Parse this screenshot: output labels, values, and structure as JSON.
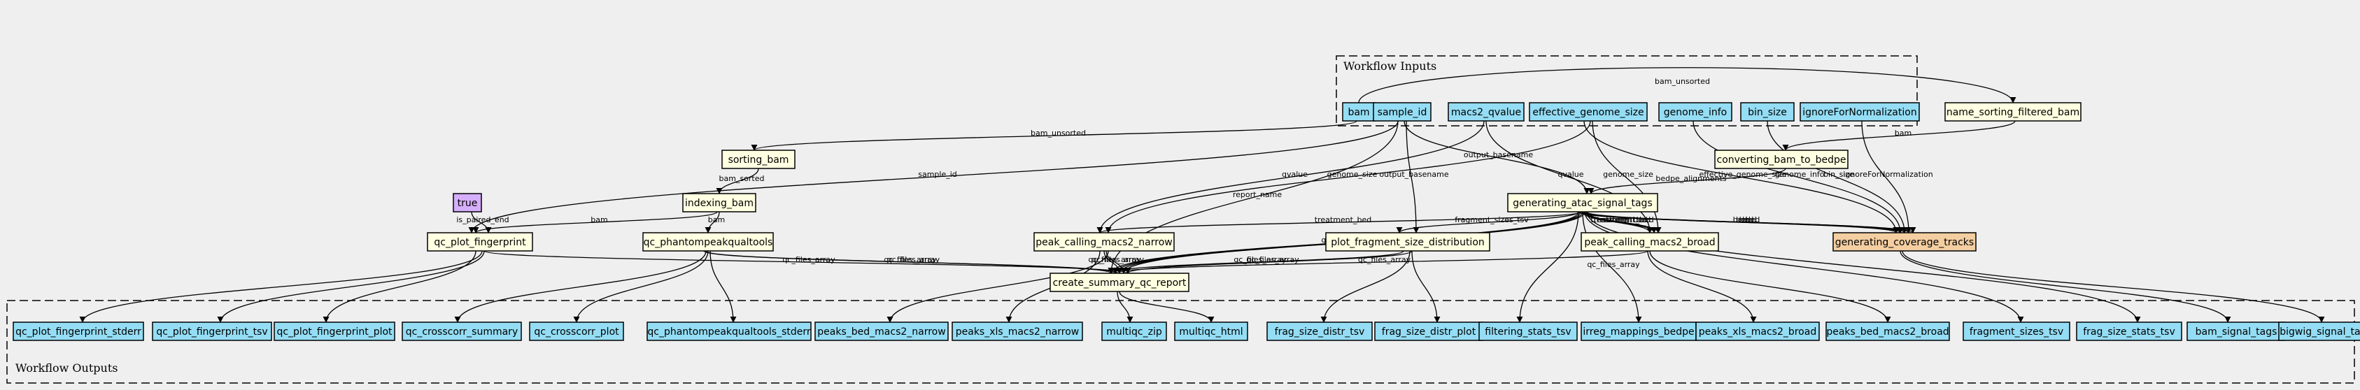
{
  "colors": {
    "background": "#efefef",
    "input": "#94ddf4",
    "output": "#94ddf4",
    "step": "#ffffe1",
    "highlight": "#f3cea1",
    "constant": "#d5aefc",
    "edge": "#000000"
  },
  "clusters": {
    "inputs": "Workflow Inputs",
    "outputs": "Workflow Outputs"
  },
  "inputs": [
    {
      "id": "bam",
      "label": "bam"
    },
    {
      "id": "sample_id",
      "label": "sample_id"
    },
    {
      "id": "macs2_qvalue",
      "label": "macs2_qvalue"
    },
    {
      "id": "effective_genome_size",
      "label": "effective_genome_size"
    },
    {
      "id": "genome_info",
      "label": "genome_info"
    },
    {
      "id": "bin_size",
      "label": "bin_size"
    },
    {
      "id": "ignoreForNormalization",
      "label": "ignoreForNormalization"
    }
  ],
  "constants": [
    {
      "id": "true",
      "label": "true"
    }
  ],
  "steps": [
    {
      "id": "name_sorting_filtered_bam",
      "label": "name_sorting_filtered_bam"
    },
    {
      "id": "sorting_bam",
      "label": "sorting_bam"
    },
    {
      "id": "converting_bam_to_bedpe",
      "label": "converting_bam_to_bedpe"
    },
    {
      "id": "indexing_bam",
      "label": "indexing_bam"
    },
    {
      "id": "generating_atac_signal_tags",
      "label": "generating_atac_signal_tags"
    },
    {
      "id": "qc_plot_fingerprint",
      "label": "qc_plot_fingerprint"
    },
    {
      "id": "qc_phantompeakqualtools",
      "label": "qc_phantompeakqualtools"
    },
    {
      "id": "peak_calling_macs2_narrow",
      "label": "peak_calling_macs2_narrow"
    },
    {
      "id": "plot_fragment_size_distribution",
      "label": "plot_fragment_size_distribution"
    },
    {
      "id": "peak_calling_macs2_broad",
      "label": "peak_calling_macs2_broad"
    },
    {
      "id": "generating_coverage_tracks",
      "label": "generating_coverage_tracks"
    },
    {
      "id": "create_summary_qc_report",
      "label": "create_summary_qc_report"
    }
  ],
  "outputs": [
    {
      "id": "o_fp_stderr",
      "label": "qc_plot_fingerprint_stderr"
    },
    {
      "id": "o_fp_tsv",
      "label": "qc_plot_fingerprint_tsv"
    },
    {
      "id": "o_fp_plot",
      "label": "qc_plot_fingerprint_plot"
    },
    {
      "id": "o_cc_summary",
      "label": "qc_crosscorr_summary"
    },
    {
      "id": "o_cc_plot",
      "label": "qc_crosscorr_plot"
    },
    {
      "id": "o_ppq_stderr",
      "label": "qc_phantompeakqualtools_stderr"
    },
    {
      "id": "o_pb_narrow",
      "label": "peaks_bed_macs2_narrow"
    },
    {
      "id": "o_px_narrow",
      "label": "peaks_xls_macs2_narrow"
    },
    {
      "id": "o_mqzip",
      "label": "multiqc_zip"
    },
    {
      "id": "o_mqhtml",
      "label": "multiqc_html"
    },
    {
      "id": "o_fsd_tsv",
      "label": "frag_size_distr_tsv"
    },
    {
      "id": "o_fsd_plot",
      "label": "frag_size_distr_plot"
    },
    {
      "id": "o_filt",
      "label": "filtering_stats_tsv"
    },
    {
      "id": "o_irreg",
      "label": "irreg_mappings_bedpe"
    },
    {
      "id": "o_px_broad",
      "label": "peaks_xls_macs2_broad"
    },
    {
      "id": "o_pb_broad",
      "label": "peaks_bed_macs2_broad"
    },
    {
      "id": "o_fragsizes",
      "label": "fragment_sizes_tsv"
    },
    {
      "id": "o_fragstats",
      "label": "frag_size_stats_tsv"
    },
    {
      "id": "o_bamsig",
      "label": "bam_signal_tags"
    },
    {
      "id": "o_bigwig",
      "label": "bigwig_signal_tags"
    }
  ],
  "edges": [
    {
      "from": "bam",
      "to": "name_sorting_filtered_bam",
      "label": "bam_unsorted"
    },
    {
      "from": "bam",
      "to": "sorting_bam",
      "label": "bam_unsorted"
    },
    {
      "from": "sorting_bam",
      "to": "indexing_bam",
      "label": "bam_sorted"
    },
    {
      "from": "name_sorting_filtered_bam",
      "to": "converting_bam_to_bedpe",
      "label": "bam"
    },
    {
      "from": "true",
      "to": "qc_plot_fingerprint",
      "label": "is_paired_end"
    },
    {
      "from": "sample_id",
      "to": "qc_plot_fingerprint",
      "label": "sample_id"
    },
    {
      "from": "indexing_bam",
      "to": "qc_plot_fingerprint",
      "label": "bam"
    },
    {
      "from": "indexing_bam",
      "to": "qc_phantompeakqualtools",
      "label": "bam"
    },
    {
      "from": "sample_id",
      "to": "generating_atac_signal_tags",
      "label": "output_basename"
    },
    {
      "from": "sample_id",
      "to": "plot_fragment_size_distribution",
      "label": "output_basename"
    },
    {
      "from": "sample_id",
      "to": "create_summary_qc_report",
      "label": "report_name"
    },
    {
      "from": "macs2_qvalue",
      "to": "peak_calling_macs2_narrow",
      "label": "qvalue"
    },
    {
      "from": "macs2_qvalue",
      "to": "peak_calling_macs2_broad",
      "label": "qvalue"
    },
    {
      "from": "effective_genome_size",
      "to": "peak_calling_macs2_narrow",
      "label": "genome_size"
    },
    {
      "from": "effective_genome_size",
      "to": "peak_calling_macs2_broad",
      "label": "genome_size"
    },
    {
      "from": "effective_genome_size",
      "to": "generating_coverage_tracks",
      "label": "effective_genome_size"
    },
    {
      "from": "genome_info",
      "to": "generating_coverage_tracks",
      "label": "genome_info"
    },
    {
      "from": "bin_size",
      "to": "generating_coverage_tracks",
      "label": "bin_size"
    },
    {
      "from": "ignoreForNormalization",
      "to": "generating_coverage_tracks",
      "label": "ignoreForNormalization"
    },
    {
      "from": "converting_bam_to_bedpe",
      "to": "generating_atac_signal_tags",
      "label": "bedpe_alignments"
    },
    {
      "from": "generating_atac_signal_tags",
      "to": "plot_fragment_size_distribution",
      "label": "fragment_sizes_tsv"
    },
    {
      "from": "generating_atac_signal_tags",
      "to": "peak_calling_macs2_narrow",
      "label": "treatment_bed"
    },
    {
      "from": "generating_atac_signal_tags",
      "to": "peak_calling_macs2_broad",
      "label": "treatment_bed"
    },
    {
      "from": "generating_atac_signal_tags",
      "to": "peak_calling_macs2_broad",
      "label": "treatment_bed"
    },
    {
      "from": "generating_atac_signal_tags",
      "to": "peak_calling_macs2_broad",
      "label": "treatment_bed"
    },
    {
      "from": "generating_atac_signal_tags",
      "to": "generating_coverage_tracks",
      "label": "bed"
    },
    {
      "from": "generating_atac_signal_tags",
      "to": "generating_coverage_tracks",
      "label": "bed"
    },
    {
      "from": "generating_atac_signal_tags",
      "to": "generating_coverage_tracks",
      "label": "bed"
    },
    {
      "from": "generating_atac_signal_tags",
      "to": "generating_coverage_tracks",
      "label": "bed"
    },
    {
      "from": "generating_atac_signal_tags",
      "to": "generating_coverage_tracks",
      "label": "bed"
    },
    {
      "from": "generating_atac_signal_tags",
      "to": "create_summary_qc_report",
      "label": "qc_files_array"
    },
    {
      "from": "generating_atac_signal_tags",
      "to": "create_summary_qc_report",
      "label": "qc_files_array"
    },
    {
      "from": "generating_atac_signal_tags",
      "to": "create_summary_qc_report",
      "label": "qc_files_array"
    },
    {
      "from": "generating_atac_signal_tags",
      "to": "create_summary_qc_report",
      "label": "qc_files_array"
    },
    {
      "from": "qc_plot_fingerprint",
      "to": "create_summary_qc_report",
      "label": "qc_files_array"
    },
    {
      "from": "qc_phantompeakqualtools",
      "to": "create_summary_qc_report",
      "label": "qc_files_array"
    },
    {
      "from": "qc_phantompeakqualtools",
      "to": "create_summary_qc_report",
      "label": "qc_files_array"
    },
    {
      "from": "peak_calling_macs2_narrow",
      "to": "create_summary_qc_report",
      "label": "qc_files_array"
    },
    {
      "from": "peak_calling_macs2_narrow",
      "to": "create_summary_qc_report",
      "label": "qc_files_array"
    },
    {
      "from": "plot_fragment_size_distribution",
      "to": "create_summary_qc_report",
      "label": "qc_files_array"
    },
    {
      "from": "plot_fragment_size_distribution",
      "to": "create_summary_qc_report",
      "label": "qc_files_array"
    },
    {
      "from": "peak_calling_macs2_broad",
      "to": "create_summary_qc_report",
      "label": "qc_files_array"
    },
    {
      "from": "generating_atac_signal_tags",
      "to": "o_irreg",
      "label": "qc_files_array"
    },
    {
      "from": "qc_plot_fingerprint",
      "to": "o_fp_stderr",
      "label": ""
    },
    {
      "from": "qc_plot_fingerprint",
      "to": "o_fp_tsv",
      "label": ""
    },
    {
      "from": "qc_plot_fingerprint",
      "to": "o_fp_plot",
      "label": ""
    },
    {
      "from": "qc_phantompeakqualtools",
      "to": "o_cc_summary",
      "label": ""
    },
    {
      "from": "qc_phantompeakqualtools",
      "to": "o_cc_plot",
      "label": ""
    },
    {
      "from": "qc_phantompeakqualtools",
      "to": "o_ppq_stderr",
      "label": ""
    },
    {
      "from": "peak_calling_macs2_narrow",
      "to": "o_pb_narrow",
      "label": ""
    },
    {
      "from": "peak_calling_macs2_narrow",
      "to": "o_px_narrow",
      "label": ""
    },
    {
      "from": "create_summary_qc_report",
      "to": "o_mqzip",
      "label": ""
    },
    {
      "from": "create_summary_qc_report",
      "to": "o_mqhtml",
      "label": ""
    },
    {
      "from": "plot_fragment_size_distribution",
      "to": "o_fsd_tsv",
      "label": ""
    },
    {
      "from": "plot_fragment_size_distribution",
      "to": "o_fsd_plot",
      "label": ""
    },
    {
      "from": "generating_atac_signal_tags",
      "to": "o_filt",
      "label": ""
    },
    {
      "from": "peak_calling_macs2_broad",
      "to": "o_px_broad",
      "label": ""
    },
    {
      "from": "peak_calling_macs2_broad",
      "to": "o_pb_broad",
      "label": ""
    },
    {
      "from": "generating_atac_signal_tags",
      "to": "o_fragsizes",
      "label": ""
    },
    {
      "from": "generating_atac_signal_tags",
      "to": "o_fragstats",
      "label": ""
    },
    {
      "from": "generating_coverage_tracks",
      "to": "o_bamsig",
      "label": ""
    },
    {
      "from": "generating_coverage_tracks",
      "to": "o_bigwig",
      "label": ""
    }
  ]
}
